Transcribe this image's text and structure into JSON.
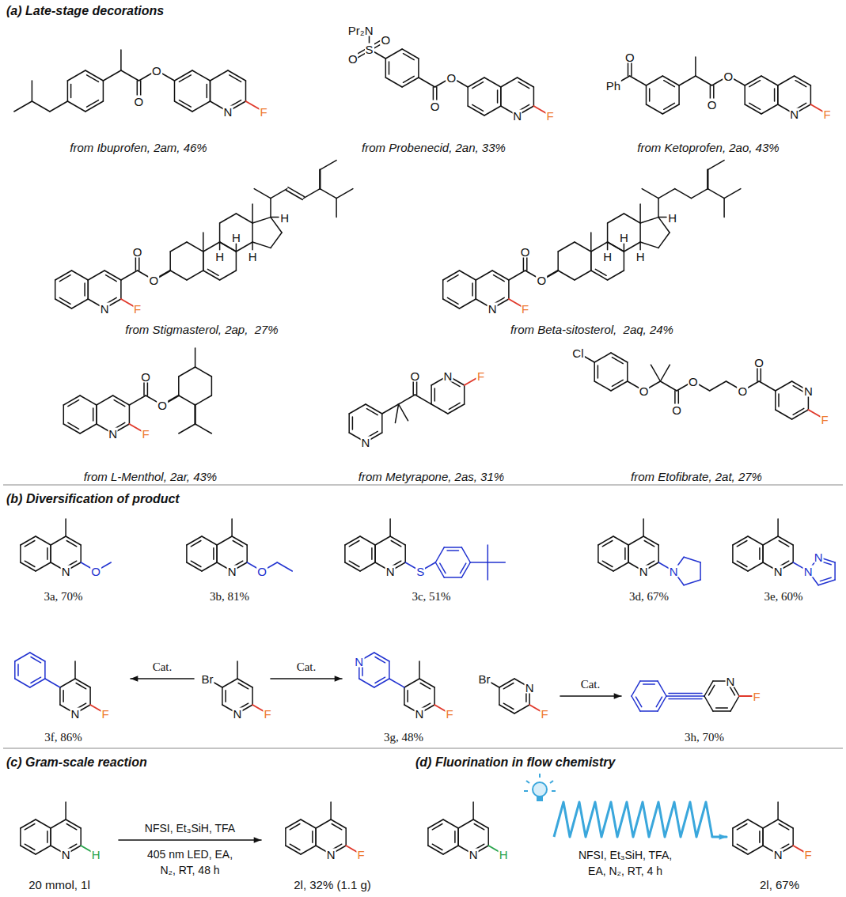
{
  "diagram": {
    "labels": [
      "(a) Late-stage decorations",
      "O",
      "O",
      "N",
      "F",
      "from Ibuprofen, 2am, 46%",
      "Pr₂N",
      "S",
      "O",
      "O",
      "O",
      "O",
      "N",
      "F",
      "from Probenecid, 2an, 33%",
      "Ph",
      "O",
      "O",
      "O",
      "N",
      "F",
      "from Ketoprofen, 2ao, 43%",
      "O",
      "O",
      "N",
      "F",
      "H",
      "H",
      "H",
      "H",
      "from Stigmasterol, 2ap,  27%",
      "O",
      "O",
      "N",
      "F",
      "H",
      "H",
      "H",
      "H",
      "from Beta-sitosterol,  2aq, 24%",
      "O",
      "O",
      "N",
      "F",
      "from L-Menthol, 2ar, 43%",
      "N",
      "O",
      "N",
      "F",
      "from Metyrapone, 2as, 31%",
      "Cl",
      "O",
      "O",
      "O",
      "O",
      "O",
      "N",
      "F",
      "from Etofibrate, 2at, 27%",
      "(b) Diversification of product",
      "N",
      "O",
      "3a, 70%",
      "N",
      "O",
      "3b, 81%",
      "N",
      "S",
      "3c, 51%",
      "N",
      "N",
      "3d, 67%",
      "N",
      "N",
      "N",
      "3e, 60%",
      "Br",
      "N",
      "F",
      "Cat.",
      "Cat.",
      "N",
      "F",
      "3f, 86%",
      "N",
      "N",
      "F",
      "3g, 48%",
      "Br",
      "N",
      "F",
      "Cat.",
      "N",
      "F",
      "3h, 70%",
      "(c) Gram-scale reaction",
      "N",
      "H",
      "20 mmol, 1l",
      "NFSI, Et₃SiH, TFA",
      "405 nm LED, EA,",
      "N₂, RT, 48 h",
      "N",
      "F",
      "2l, 32% (1.1 g)",
      "(d) Fluorination in flow chemistry",
      "N",
      "H",
      "NFSI, Et₃SiH, TFA,",
      "EA, N₂, RT, 4 h",
      "N",
      "F",
      "2l, 67%"
    ]
  }
}
